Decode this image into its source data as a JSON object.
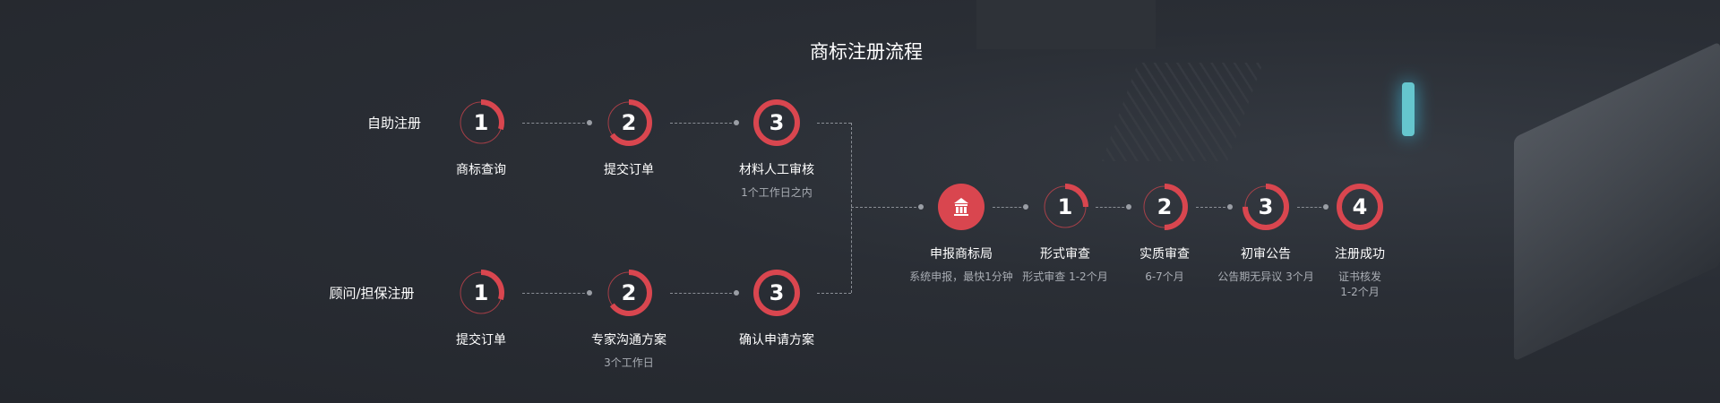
{
  "title": "商标注册流程",
  "accent": "#d9464f",
  "rows": [
    {
      "label": "自助注册",
      "steps": [
        {
          "num": "1",
          "label": "商标查询",
          "sub": "",
          "progress": 0.3
        },
        {
          "num": "2",
          "label": "提交订单",
          "sub": "",
          "progress": 0.65
        },
        {
          "num": "3",
          "label": "材料人工审核",
          "sub": "1个工作日之内",
          "progress": 1
        }
      ]
    },
    {
      "label": "顾问/担保注册",
      "steps": [
        {
          "num": "1",
          "label": "提交订单",
          "sub": "",
          "progress": 0.3
        },
        {
          "num": "2",
          "label": "专家沟通方案",
          "sub": "3个工作日",
          "progress": 0.65
        },
        {
          "num": "3",
          "label": "确认申请方案",
          "sub": "",
          "progress": 1
        }
      ]
    }
  ],
  "office": {
    "icon": "bank-icon",
    "label": "申报商标局",
    "sub": "系统申报，最快1分钟"
  },
  "stages": [
    {
      "num": "1",
      "label": "形式审查",
      "sub": "形式审查 1-2个月",
      "progress": 0.25
    },
    {
      "num": "2",
      "label": "实质审查",
      "sub": "6-7个月",
      "progress": 0.5
    },
    {
      "num": "3",
      "label": "初审公告",
      "sub": "公告期无异议 3个月",
      "progress": 0.75
    },
    {
      "num": "4",
      "label": "注册成功",
      "sub": "证书核发 1-2个月",
      "progress": 1
    }
  ]
}
